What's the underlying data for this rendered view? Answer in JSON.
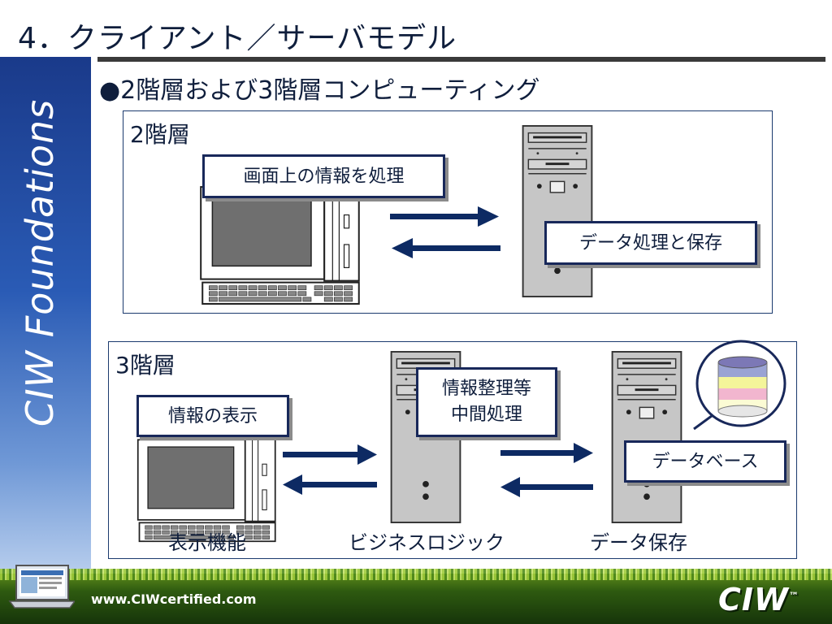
{
  "slide": {
    "title": "4．クライアント／サーバモデル",
    "subtitle": "●2階層および3階層コンピューティング",
    "sidebar_text": "CIW Foundations"
  },
  "two_tier": {
    "label": "2階層",
    "client_box": "画面上の情報を処理",
    "server_box": "データ処理と保存"
  },
  "three_tier": {
    "label": "3階層",
    "client_box": "情報の表示",
    "middle_box_line1": "情報整理等",
    "middle_box_line2": "中間処理",
    "db_box": "データベース",
    "caption_client": "表示機能",
    "caption_middle": "ビジネスロジック",
    "caption_server": "データ保存"
  },
  "footer": {
    "url": "www.CIWcertified.com",
    "logo": "CIW",
    "logo_mark": "™"
  },
  "colors": {
    "arrow": "#0d2a63",
    "panel_border": "#1b3a6e",
    "sidebar_top": "#1a3a8a",
    "sidebar_bottom": "#b9cfee"
  }
}
